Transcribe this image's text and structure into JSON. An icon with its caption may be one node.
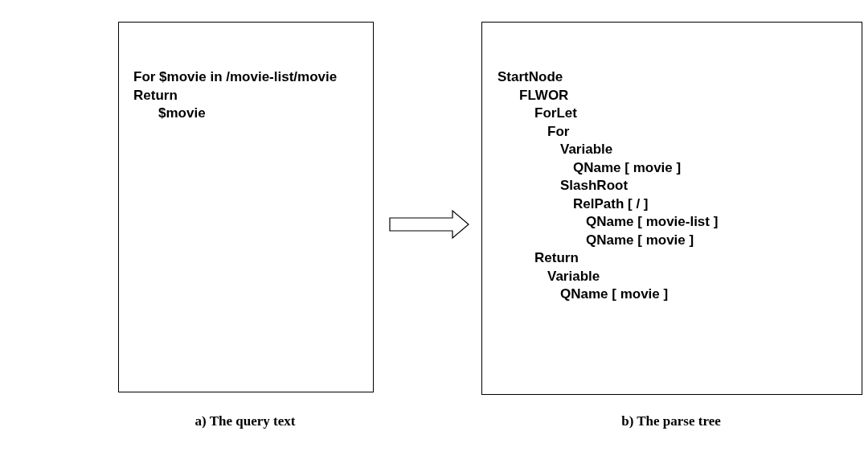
{
  "diagram": {
    "nodes": [
      {
        "text": [
          "For $movie in /movie-list/movie",
          "Return",
          "$movie"
        ],
        "beside": [
          "a) The query text"
        ]
      },
      {
        "text": [
          "StartNode",
          "FLWOR",
          "ForLet",
          "For",
          "Variable",
          "QName [ movie ]",
          "SlashRoot",
          "RelPath [ / ]",
          "QName [ movie-list ]",
          "QName [ movie ]",
          "Return",
          "Variable",
          "QName [ movie ]"
        ],
        "beside": [
          "b) The parse tree"
        ]
      }
    ],
    "edges": [
      {
        "from": 0,
        "to": 1,
        "arrow": "to"
      }
    ]
  }
}
